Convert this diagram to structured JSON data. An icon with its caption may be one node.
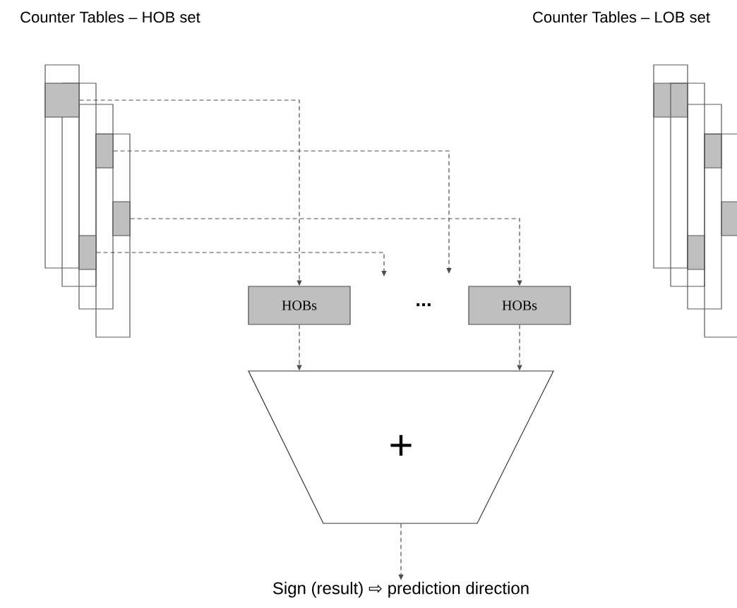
{
  "diagram": {
    "nodes": [
      {
        "text": [],
        "shape": "box"
      },
      {
        "text": [],
        "shape": "box"
      },
      {
        "text": [],
        "shape": "box"
      },
      {
        "text": [],
        "shape": "box"
      },
      {
        "text": [
          "HOBs"
        ]
      },
      {
        "text": [
          "HOBs"
        ]
      },
      {
        "text": [
          "+"
        ]
      },
      {
        "text": [
          "Sign (result) ⇨ prediction direction"
        ]
      }
    ],
    "edges": [
      {
        "from": 0,
        "to": 4,
        "arrow": "to",
        "style": "dashed"
      },
      {
        "from": 1,
        "to": null,
        "arrow": "to",
        "style": "dashed"
      },
      {
        "from": 2,
        "to": 5,
        "arrow": "to",
        "style": "dashed"
      },
      {
        "from": 3,
        "to": null,
        "arrow": "to",
        "style": "dashed"
      },
      {
        "from": 4,
        "to": 6,
        "arrow": "to",
        "style": "dashed"
      },
      {
        "from": 5,
        "to": 6,
        "arrow": "to",
        "style": "dashed"
      },
      {
        "from": 6,
        "to": 7,
        "arrow": "to",
        "style": "dashed"
      }
    ],
    "labels": [
      "Counter Tables – HOB set",
      "Counter Tables – LOB set",
      "..."
    ]
  }
}
